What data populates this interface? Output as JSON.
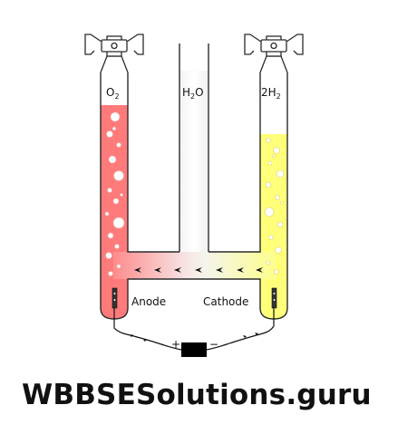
{
  "diagram": {
    "labels": {
      "oxygen": {
        "main": "O",
        "sub": "2"
      },
      "water": {
        "main": "H",
        "sub": "2",
        "tail": "O"
      },
      "hydrogen": {
        "main": "2H",
        "sub": "2"
      },
      "anode": "Anode",
      "cathode": "Cathode",
      "plus": "+",
      "minus": "−"
    },
    "colors": {
      "oxygen_fill": "#ff7b7b",
      "hydrogen_fill": "#ffff7a",
      "glass_outline": "#2b2b2b",
      "battery": "#000000"
    }
  },
  "watermark": "WBBSESolutions.guru"
}
